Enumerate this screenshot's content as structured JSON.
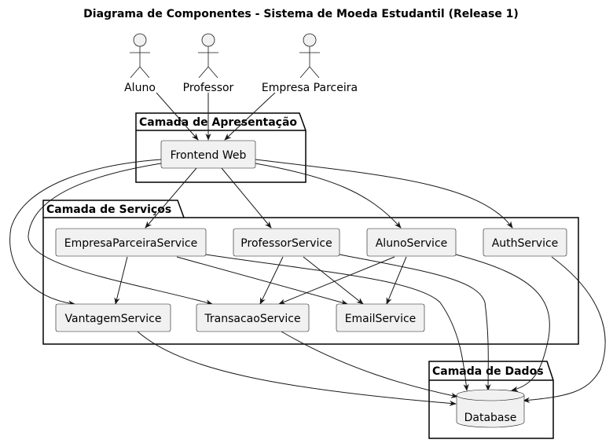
{
  "title": "Diagrama de Componentes - Sistema de Moeda Estudantil (Release 1)",
  "actors": {
    "aluno": "Aluno",
    "professor": "Professor",
    "empresa": "Empresa Parceira"
  },
  "packages": {
    "apresentacao": "Camada de Apresentação",
    "servicos": "Camada de Serviços",
    "dados": "Camada de Dados"
  },
  "components": {
    "frontend": "Frontend Web",
    "empresa_parceira_service": "EmpresaParceiraService",
    "professor_service": "ProfessorService",
    "aluno_service": "AlunoService",
    "auth_service": "AuthService",
    "vantagem_service": "VantagemService",
    "transacao_service": "TransacaoService",
    "email_service": "EmailService",
    "database": "Database"
  },
  "edges": [
    {
      "from": "Aluno",
      "to": "Frontend Web"
    },
    {
      "from": "Professor",
      "to": "Frontend Web"
    },
    {
      "from": "Empresa Parceira",
      "to": "Frontend Web"
    },
    {
      "from": "Frontend Web",
      "to": "EmpresaParceiraService"
    },
    {
      "from": "Frontend Web",
      "to": "ProfessorService"
    },
    {
      "from": "Frontend Web",
      "to": "AlunoService"
    },
    {
      "from": "Frontend Web",
      "to": "AuthService"
    },
    {
      "from": "Frontend Web",
      "to": "VantagemService"
    },
    {
      "from": "Frontend Web",
      "to": "TransacaoService"
    },
    {
      "from": "EmpresaParceiraService",
      "to": "VantagemService"
    },
    {
      "from": "EmpresaParceiraService",
      "to": "EmailService"
    },
    {
      "from": "EmpresaParceiraService",
      "to": "Database"
    },
    {
      "from": "ProfessorService",
      "to": "TransacaoService"
    },
    {
      "from": "ProfessorService",
      "to": "EmailService"
    },
    {
      "from": "ProfessorService",
      "to": "Database"
    },
    {
      "from": "AlunoService",
      "to": "TransacaoService"
    },
    {
      "from": "AlunoService",
      "to": "EmailService"
    },
    {
      "from": "AlunoService",
      "to": "Database"
    },
    {
      "from": "AuthService",
      "to": "Database"
    },
    {
      "from": "VantagemService",
      "to": "Database"
    },
    {
      "from": "TransacaoService",
      "to": "Database"
    }
  ]
}
